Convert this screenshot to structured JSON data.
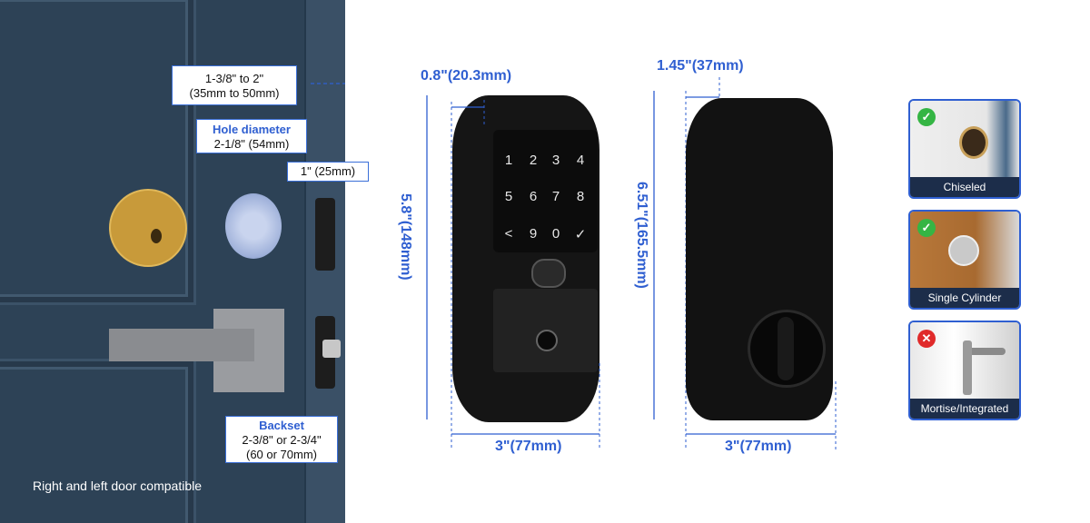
{
  "door_labels": {
    "thickness_line1": "1-3/8\" to 2\"",
    "thickness_line2": "(35mm to 50mm)",
    "hole_title": "Hole diameter",
    "hole_value": "2-1/8\" (54mm)",
    "latch_value": "1\" (25mm)",
    "backset_title": "Backset",
    "backset_line1": "2-3/8\" or 2-3/4\"",
    "backset_line2": "(60 or 70mm)",
    "compat": "Right and left door compatible"
  },
  "front_view": {
    "depth": "0.8\"(20.3mm)",
    "height": "5.8\"(148mm)",
    "width": "3\"(77mm)",
    "keys": [
      "1",
      "2",
      "3",
      "4",
      "5",
      "6",
      "7",
      "8",
      "<",
      "9",
      "0",
      "✓"
    ]
  },
  "back_view": {
    "depth": "1.45\"(37mm)",
    "height": "6.51\"(165.5mm)",
    "width": "3\"(77mm)"
  },
  "door_types": [
    {
      "label": "Chiseled",
      "status": "check"
    },
    {
      "label": "Single Cylinder",
      "status": "check"
    },
    {
      "label": "Mortise/Integrated",
      "status": "cross"
    }
  ],
  "colors": {
    "accent": "#2f5fd1",
    "check": "#35b544",
    "cross": "#e02a2a",
    "label_bg": "#1c2d4a"
  }
}
